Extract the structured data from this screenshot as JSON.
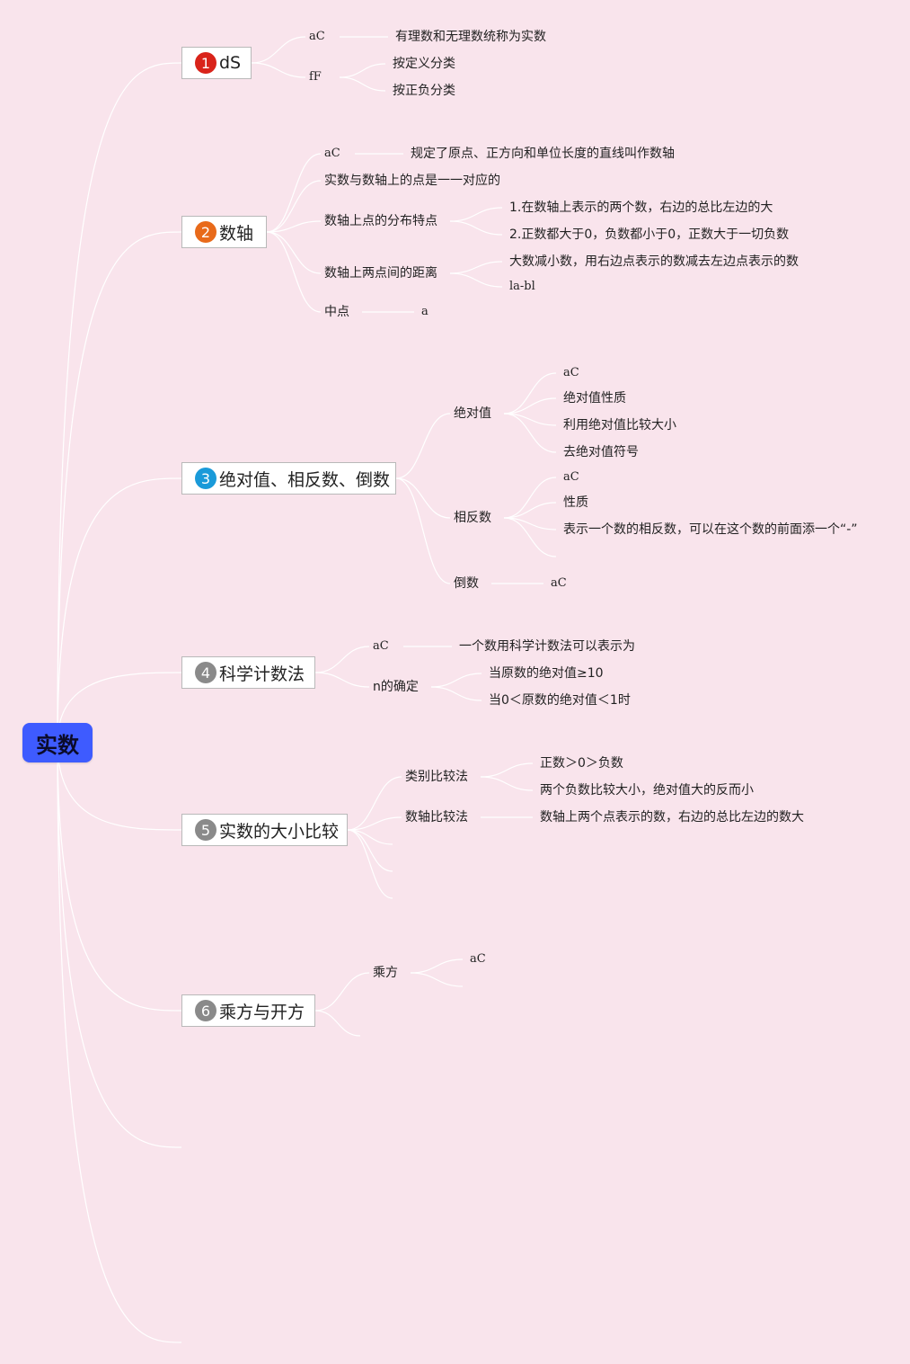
{
  "root": {
    "label": "实数",
    "color": "#3e5bff"
  },
  "topics": [
    {
      "num": "1",
      "label": "dS",
      "badge_color": "#d9231a",
      "children": [
        {
          "label": "aC",
          "children": [
            "有理数和无理数统称为实数"
          ]
        },
        {
          "label": "fF",
          "children": [
            "按定义分类",
            "按正负分类"
          ]
        }
      ]
    },
    {
      "num": "2",
      "label": "数轴",
      "badge_color": "#e86a1a",
      "children": [
        {
          "label": "aC",
          "children": [
            "规定了原点、正方向和单位长度的直线叫作数轴"
          ]
        },
        {
          "label": "实数与数轴上的点是一一对应的",
          "children": []
        },
        {
          "label": "数轴上点的分布特点",
          "children": [
            "1.在数轴上表示的两个数，右边的总比左边的大",
            "2.正数都大于0，负数都小于0，正数大于一切负数"
          ]
        },
        {
          "label": "数轴上两点间的距离",
          "children": [
            "大数减小数，用右边点表示的数减去左边点表示的数",
            "la-bl"
          ]
        },
        {
          "label": "中点",
          "children": [
            "a"
          ]
        }
      ]
    },
    {
      "num": "3",
      "label": "绝对值、相反数、倒数",
      "badge_color": "#1a9ad9",
      "children": [
        {
          "label": "绝对值",
          "children": [
            "aC",
            "绝对值性质",
            "利用绝对值比较大小",
            "去绝对值符号"
          ]
        },
        {
          "label": "相反数",
          "children": [
            "aC",
            "性质",
            "表示一个数的相反数，可以在这个数的前面添一个“-”"
          ]
        },
        {
          "label": "倒数",
          "children": [
            "aC"
          ]
        }
      ]
    },
    {
      "num": "4",
      "label": "科学计数法",
      "badge_color": "#8a8a8a",
      "children": [
        {
          "label": "aC",
          "children": [
            "一个数用科学计数法可以表示为"
          ]
        },
        {
          "label": "n的确定",
          "children": [
            "当原数的绝对值≥10",
            "当0＜原数的绝对值＜1时"
          ]
        }
      ]
    },
    {
      "num": "5",
      "label": "实数的大小比较",
      "badge_color": "#8a8a8a",
      "children": [
        {
          "label": "类别比较法",
          "children": [
            "正数＞0＞负数",
            "两个负数比较大小，绝对值大的反而小"
          ]
        },
        {
          "label": "数轴比较法",
          "children": [
            "数轴上两个点表示的数，右边的总比左边的数大"
          ]
        }
      ]
    },
    {
      "num": "6",
      "label": "乘方与开方",
      "badge_color": "#8a8a8a",
      "children": [
        {
          "label": "乘方",
          "children": [
            "aC"
          ]
        }
      ]
    }
  ]
}
